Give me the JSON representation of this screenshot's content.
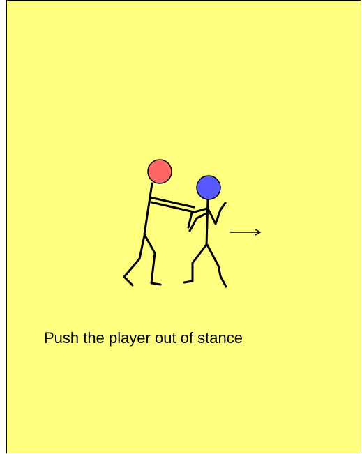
{
  "caption": "Push the player out of stance",
  "colors": {
    "background": "#ffff80",
    "attacker_head": "#ff6666",
    "defender_head": "#5858ff",
    "lines": "#000000"
  },
  "figures": [
    {
      "role": "attacker",
      "head_color": "red"
    },
    {
      "role": "defender",
      "head_color": "blue"
    }
  ],
  "direction_indicator": "right-arrow-icon"
}
